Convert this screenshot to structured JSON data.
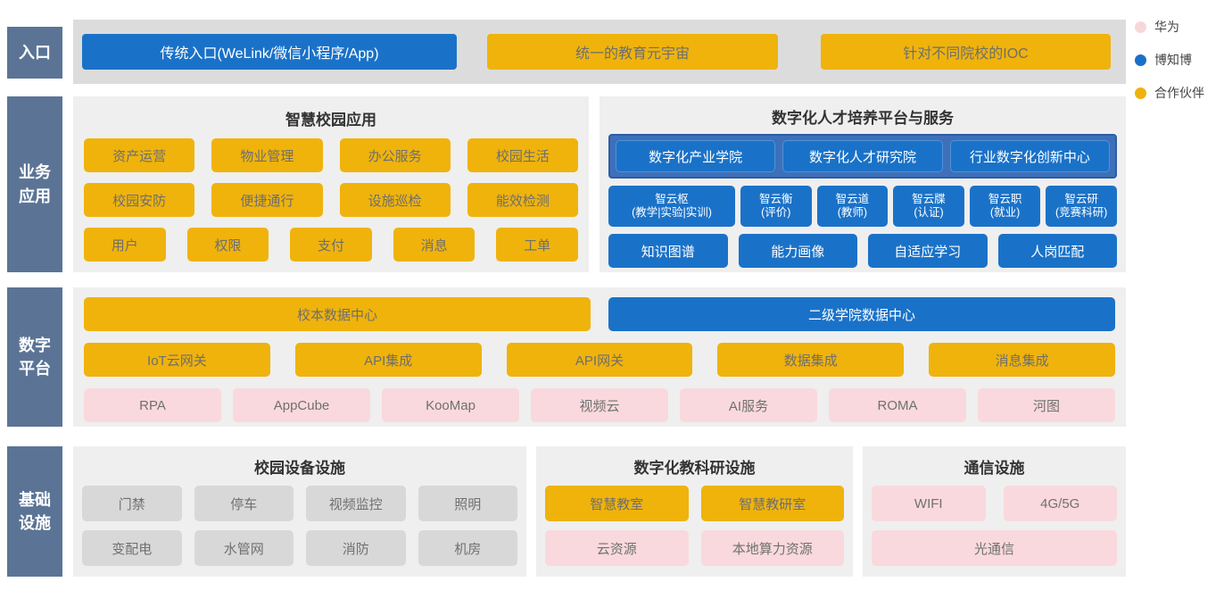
{
  "palette": {
    "huawei_pink": "#f9d9dd",
    "bozhibo_blue": "#1a72c8",
    "partner_yellow": "#efb30c",
    "neutral_gray": "#d8d8d8",
    "sidebar_slate": "#5b7496"
  },
  "legend": {
    "items": [
      {
        "label": "华为",
        "color": "#f9d9dd",
        "icon": "pink-dot"
      },
      {
        "label": "博知博",
        "color": "#1a6fc9",
        "icon": "blue-dot"
      },
      {
        "label": "合作伙伴",
        "color": "#eeb30b",
        "icon": "yellow-dot"
      }
    ]
  },
  "sidebar": {
    "items": [
      {
        "label": "入口"
      },
      {
        "label": "业务应用"
      },
      {
        "label": "数字平台"
      },
      {
        "label": "基础设施"
      }
    ]
  },
  "entry": {
    "buttons": [
      {
        "label": "传统入口(WeLink/微信小程序/App)",
        "type": "bozhibo"
      },
      {
        "label": "统一的教育元宇宙",
        "type": "partner"
      },
      {
        "label": "针对不同院校的IOC",
        "type": "partner"
      }
    ]
  },
  "business": {
    "campus": {
      "title": "智慧校园应用",
      "row1": [
        {
          "label": "资产运营"
        },
        {
          "label": "物业管理"
        },
        {
          "label": "办公服务"
        },
        {
          "label": "校园生活"
        }
      ],
      "row2": [
        {
          "label": "校园安防"
        },
        {
          "label": "便捷通行"
        },
        {
          "label": "设施巡检"
        },
        {
          "label": "能效检测"
        }
      ],
      "row3": [
        {
          "label": "用户"
        },
        {
          "label": "权限"
        },
        {
          "label": "支付"
        },
        {
          "label": "消息"
        },
        {
          "label": "工单"
        }
      ]
    },
    "talent": {
      "title": "数字化人才培养平台与服务",
      "academies": [
        {
          "label": "数字化产业学院"
        },
        {
          "label": "数字化人才研究院"
        },
        {
          "label": "行业数字化创新中心"
        }
      ],
      "services": [
        {
          "name": "智云枢",
          "sub": "(教学|实验|实训)"
        },
        {
          "name": "智云衡",
          "sub": "(评价)"
        },
        {
          "name": "智云道",
          "sub": "(教师)"
        },
        {
          "name": "智云牒",
          "sub": "(认证)"
        },
        {
          "name": "智云职",
          "sub": "(就业)"
        },
        {
          "name": "智云研",
          "sub": "(竞赛科研)"
        }
      ],
      "capabilities": [
        {
          "label": "知识图谱"
        },
        {
          "label": "能力画像"
        },
        {
          "label": "自适应学习"
        },
        {
          "label": "人岗匹配"
        }
      ]
    }
  },
  "platform": {
    "data_centers": [
      {
        "label": "校本数据中心",
        "type": "partner"
      },
      {
        "label": "二级学院数据中心",
        "type": "bozhibo"
      }
    ],
    "integrations": [
      {
        "label": "IoT云网关"
      },
      {
        "label": "API集成"
      },
      {
        "label": "API网关"
      },
      {
        "label": "数据集成"
      },
      {
        "label": "消息集成"
      }
    ],
    "huawei_services": [
      {
        "label": "RPA"
      },
      {
        "label": "AppCube"
      },
      {
        "label": "KooMap"
      },
      {
        "label": "视频云"
      },
      {
        "label": "AI服务"
      },
      {
        "label": "ROMA"
      },
      {
        "label": "河图"
      }
    ]
  },
  "infrastructure": {
    "campus_facilities": {
      "title": "校园设备设施",
      "row1": [
        {
          "label": "门禁"
        },
        {
          "label": "停车"
        },
        {
          "label": "视频监控"
        },
        {
          "label": "照明"
        }
      ],
      "row2": [
        {
          "label": "变配电"
        },
        {
          "label": "水管网"
        },
        {
          "label": "消防"
        },
        {
          "label": "机房"
        }
      ]
    },
    "research_facilities": {
      "title": "数字化教科研设施",
      "row1": [
        {
          "label": "智慧教室"
        },
        {
          "label": "智慧教研室"
        }
      ],
      "row2": [
        {
          "label": "云资源"
        },
        {
          "label": "本地算力资源"
        }
      ]
    },
    "communication": {
      "title": "通信设施",
      "row1": [
        {
          "label": "WIFI"
        },
        {
          "label": "4G/5G"
        }
      ],
      "row2": [
        {
          "label": "光通信"
        }
      ]
    }
  }
}
